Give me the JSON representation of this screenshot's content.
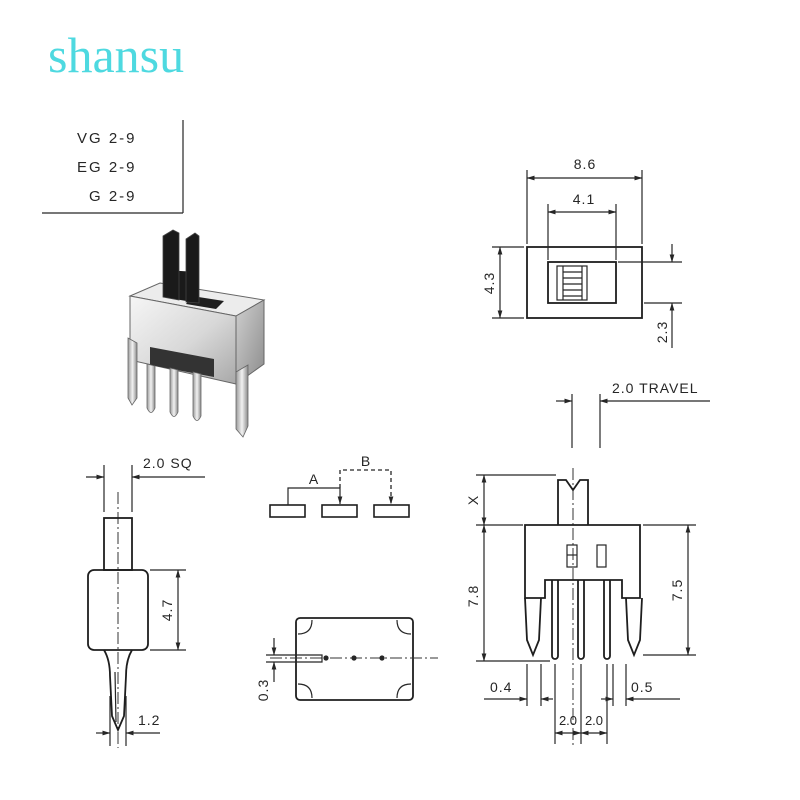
{
  "watermark": "shansu",
  "models": [
    "VG 2-9",
    "EG 2-9",
    "G 2-9"
  ],
  "top_view": {
    "width": "8.6",
    "opening": "4.1",
    "height": "4.3",
    "offset": "2.3"
  },
  "side_view": {
    "actuator": "2.0 SQ",
    "body_height": "4.7",
    "pin": "1.2"
  },
  "schematic": {
    "a": "A",
    "b": "B"
  },
  "bottom_view": {
    "pin_thickness": "0.3"
  },
  "front_view": {
    "travel": "2.0 TRAVEL",
    "x": "X",
    "height_total": "7.8",
    "leg_height": "7.5",
    "leg_left": "0.4",
    "leg_right": "0.5",
    "pitch_1": "2.0",
    "pitch_2": "2.0"
  },
  "colors": {
    "watermark": "#4ed9e0",
    "line": "#262626",
    "actuator": "#1a1a1a"
  }
}
